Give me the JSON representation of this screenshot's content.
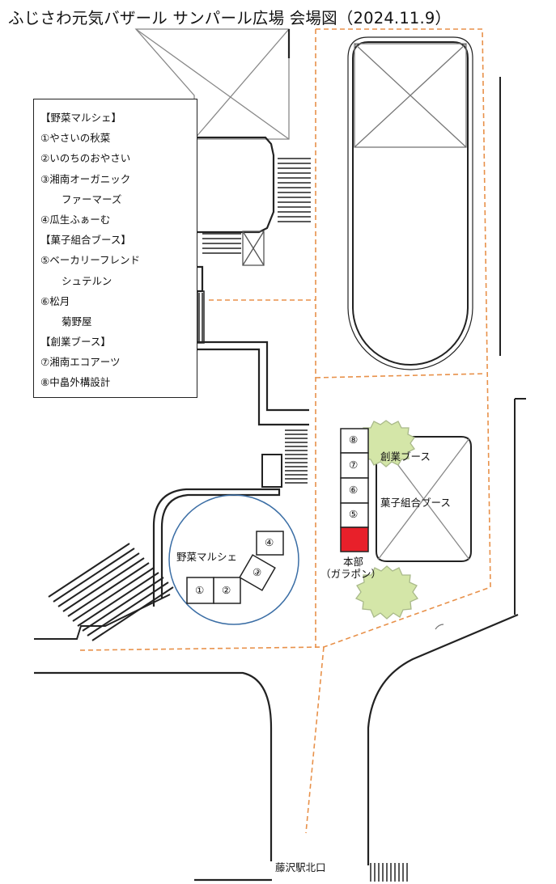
{
  "title": "ふじさわ元気バザール サンパール広場 会場図（2024.11.9）",
  "legend": {
    "rows": [
      {
        "text": "【野菜マルシェ】",
        "indent": false
      },
      {
        "text": "①やさいの秋菜",
        "indent": false
      },
      {
        "text": "②いのちのおやさい",
        "indent": false
      },
      {
        "text": "③湘南オーガニック",
        "indent": false
      },
      {
        "text": "ファーマーズ",
        "indent": true
      },
      {
        "text": "④瓜生ふぁーむ",
        "indent": false
      },
      {
        "text": "【菓子組合ブース】",
        "indent": false
      },
      {
        "text": "⑤ベーカリーフレンド",
        "indent": false
      },
      {
        "text": "シュテルン",
        "indent": true
      },
      {
        "text": "⑥松月",
        "indent": false
      },
      {
        "text": "菊野屋",
        "indent": true
      },
      {
        "text": "【創業ブース】",
        "indent": false
      },
      {
        "text": "⑦湘南エコアーツ",
        "indent": false
      },
      {
        "text": "⑧中畠外構設計",
        "indent": false
      }
    ]
  },
  "labels": {
    "yasai_marche": "野菜マルシェ",
    "sogyo_booth": "創業ブース",
    "kashi_booth": "菓子組合ブース",
    "honbu": "本部",
    "honbu_sub": "（ガラポン）",
    "station_exit": "藤沢駅北口"
  },
  "booths": {
    "b1": "①",
    "b2": "②",
    "b3": "③",
    "b4": "④",
    "b5": "⑤",
    "b6": "⑥",
    "b7": "⑦",
    "b8": "⑧"
  },
  "colors": {
    "route": "#e8914a",
    "circle": "#3b6ea5",
    "honbu": "#e8202a",
    "tree": "#d4e6a8",
    "tree_edge": "#a9b98a",
    "line": "#222222",
    "hatch": "#999999"
  }
}
